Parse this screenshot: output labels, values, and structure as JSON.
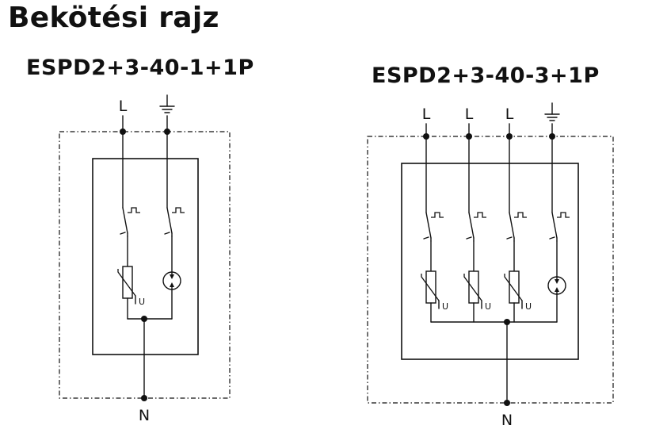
{
  "page": {
    "title": "Bekötési rajz"
  },
  "diagrams": [
    {
      "title": "ESPD2+3-40-1+1P",
      "top_labels": [
        "L",
        "⏚"
      ],
      "bottom_label": "N",
      "components": [
        {
          "type": "varistor",
          "label": "U"
        },
        {
          "type": "spark-gap"
        }
      ]
    },
    {
      "title": "ESPD2+3-40-3+1P",
      "top_labels": [
        "L",
        "L",
        "L",
        "⏚"
      ],
      "bottom_label": "N",
      "components": [
        {
          "type": "varistor",
          "label": "U"
        },
        {
          "type": "varistor",
          "label": "U"
        },
        {
          "type": "varistor",
          "label": "U"
        },
        {
          "type": "spark-gap"
        }
      ]
    }
  ]
}
